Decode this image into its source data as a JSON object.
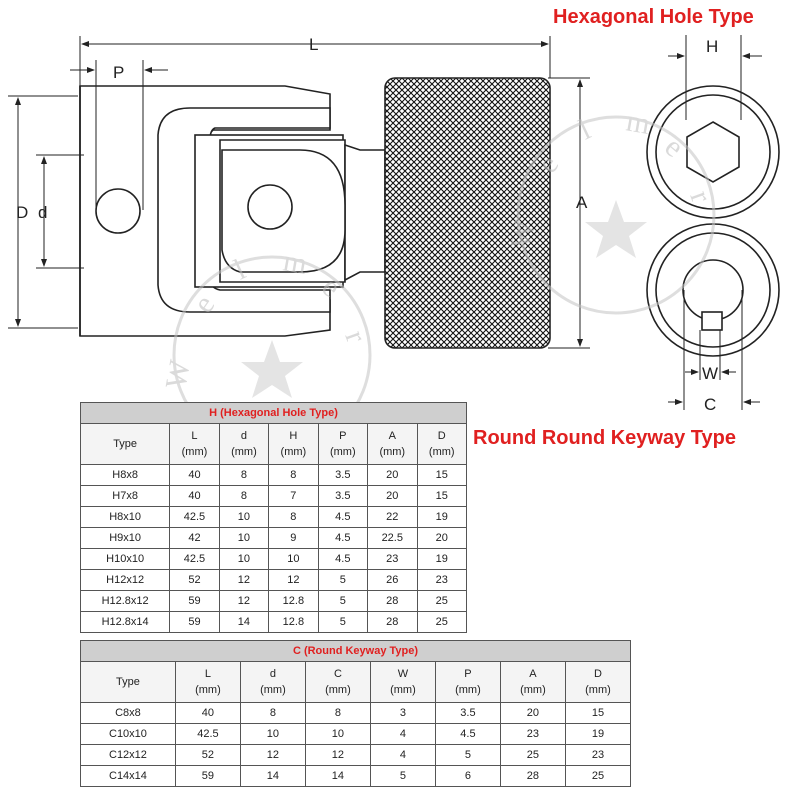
{
  "titles": {
    "hexagonal": "Hexagonal Hole Type",
    "keyway": "Round Round Keyway Type"
  },
  "drawing_labels": {
    "L": "L",
    "P": "P",
    "D": "D",
    "d": "d",
    "A": "A",
    "H": "H",
    "W": "W",
    "C": "C"
  },
  "watermark": {
    "letters": [
      "W",
      "e",
      "l",
      "m",
      "e",
      "r"
    ]
  },
  "table_h": {
    "caption": "H (Hexagonal Hole Type)",
    "columns": [
      {
        "name": "Type",
        "unit": ""
      },
      {
        "name": "L",
        "unit": "(mm)"
      },
      {
        "name": "d",
        "unit": "(mm)"
      },
      {
        "name": "H",
        "unit": "(mm)"
      },
      {
        "name": "P",
        "unit": "(mm)"
      },
      {
        "name": "A",
        "unit": "(mm)"
      },
      {
        "name": "D",
        "unit": "(mm)"
      }
    ],
    "rows": [
      [
        "H8x8",
        "40",
        "8",
        "8",
        "3.5",
        "20",
        "15"
      ],
      [
        "H7x8",
        "40",
        "8",
        "7",
        "3.5",
        "20",
        "15"
      ],
      [
        "H8x10",
        "42.5",
        "10",
        "8",
        "4.5",
        "22",
        "19"
      ],
      [
        "H9x10",
        "42",
        "10",
        "9",
        "4.5",
        "22.5",
        "20"
      ],
      [
        "H10x10",
        "42.5",
        "10",
        "10",
        "4.5",
        "23",
        "19"
      ],
      [
        "H12x12",
        "52",
        "12",
        "12",
        "5",
        "26",
        "23"
      ],
      [
        "H12.8x12",
        "59",
        "12",
        "12.8",
        "5",
        "28",
        "25"
      ],
      [
        "H12.8x14",
        "59",
        "14",
        "12.8",
        "5",
        "28",
        "25"
      ]
    ]
  },
  "table_c": {
    "caption": "C (Round  Keyway Type)",
    "columns": [
      {
        "name": "Type",
        "unit": ""
      },
      {
        "name": "L",
        "unit": "(mm)"
      },
      {
        "name": "d",
        "unit": "(mm)"
      },
      {
        "name": "C",
        "unit": "(mm)"
      },
      {
        "name": "W",
        "unit": "(mm)"
      },
      {
        "name": "P",
        "unit": "(mm)"
      },
      {
        "name": "A",
        "unit": "(mm)"
      },
      {
        "name": "D",
        "unit": "(mm)"
      }
    ],
    "rows": [
      [
        "C8x8",
        "40",
        "8",
        "8",
        "3",
        "3.5",
        "20",
        "15"
      ],
      [
        "C10x10",
        "42.5",
        "10",
        "10",
        "4",
        "4.5",
        "23",
        "19"
      ],
      [
        "C12x12",
        "52",
        "12",
        "12",
        "4",
        "5",
        "25",
        "23"
      ],
      [
        "C14x14",
        "59",
        "14",
        "14",
        "5",
        "6",
        "28",
        "25"
      ]
    ]
  }
}
